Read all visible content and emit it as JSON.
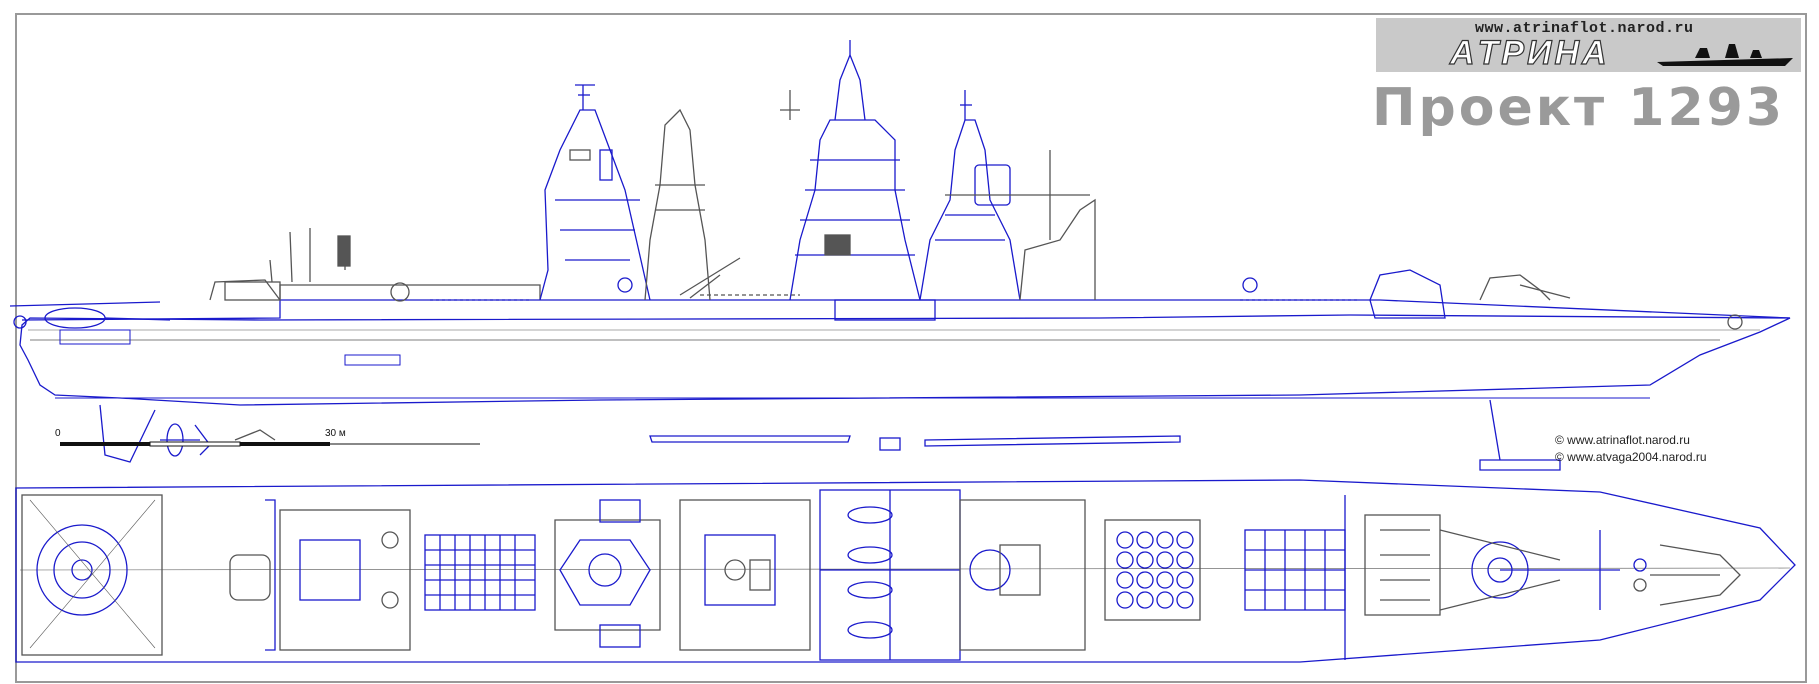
{
  "logo": {
    "url": "www.atrinaflot.narod.ru",
    "word": "ТРИНА",
    "monogram": "A"
  },
  "title": "Проект 1293",
  "copyrights": [
    "© www.atrinaflot.narod.ru",
    "© www.atvaga2004.narod.ru"
  ],
  "scale": {
    "start": "0",
    "end": "30 м"
  },
  "colors": {
    "outline": "#1a1acc",
    "detail": "#555555",
    "title_gray": "#9a9a9a",
    "logo_bg": "#c9c9c9",
    "frame": "#999999"
  },
  "icons": [
    "helicopter-icon",
    "propeller-icon",
    "anchor-icon"
  ]
}
